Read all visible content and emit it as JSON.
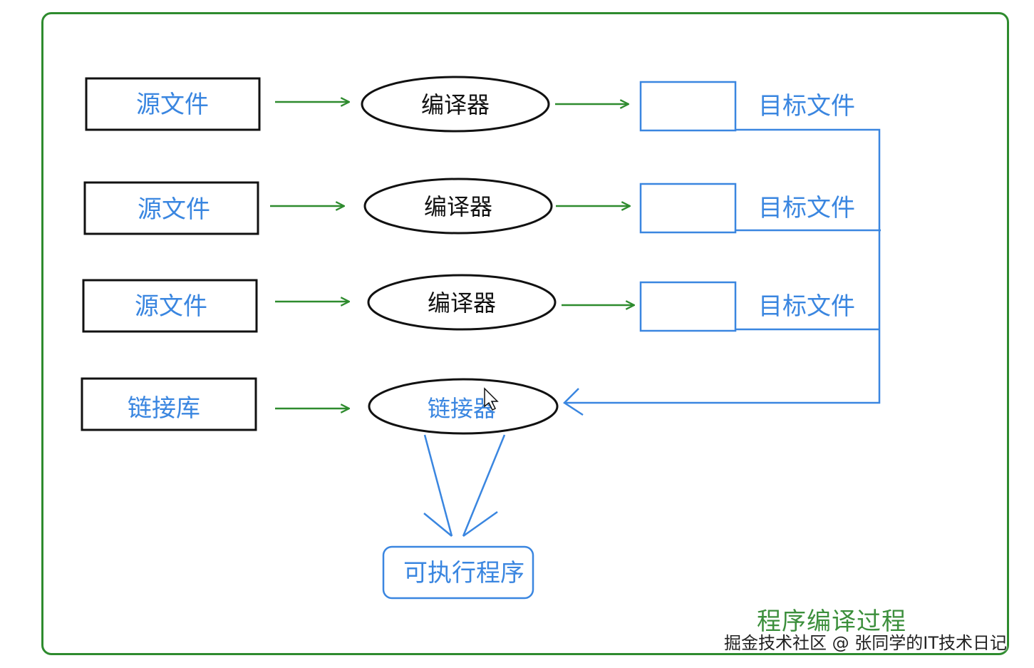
{
  "colors": {
    "frame": "#2e8b2e",
    "green_arrow": "#2e8b2e",
    "blue": "#3a86e0",
    "blue_text": "#3a86e0",
    "black": "#111111",
    "caption": "#3c8f3c"
  },
  "rows": [
    {
      "source": "源文件",
      "compiler": "编译器",
      "target": "目标文件"
    },
    {
      "source": "源文件",
      "compiler": "编译器",
      "target": "目标文件"
    },
    {
      "source": "源文件",
      "compiler": "编译器",
      "target": "目标文件"
    }
  ],
  "link_row": {
    "library": "链接库",
    "linker": "链接器"
  },
  "output": "可执行程序",
  "caption": "程序编译过程",
  "watermark": "掘金技术社区 @ 张同学的IT技术日记"
}
